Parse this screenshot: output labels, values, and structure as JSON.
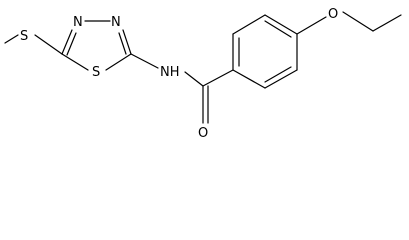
{
  "molecule": {
    "atoms": {
      "methyl_s": "S",
      "ring_s": "S",
      "n3": "N",
      "n4": "N",
      "amide_n": "NH",
      "carbonyl_o": "O",
      "ether_o": "O"
    },
    "colors": {
      "bond": "#000000",
      "label": "#000000",
      "background": "#ffffff"
    }
  }
}
